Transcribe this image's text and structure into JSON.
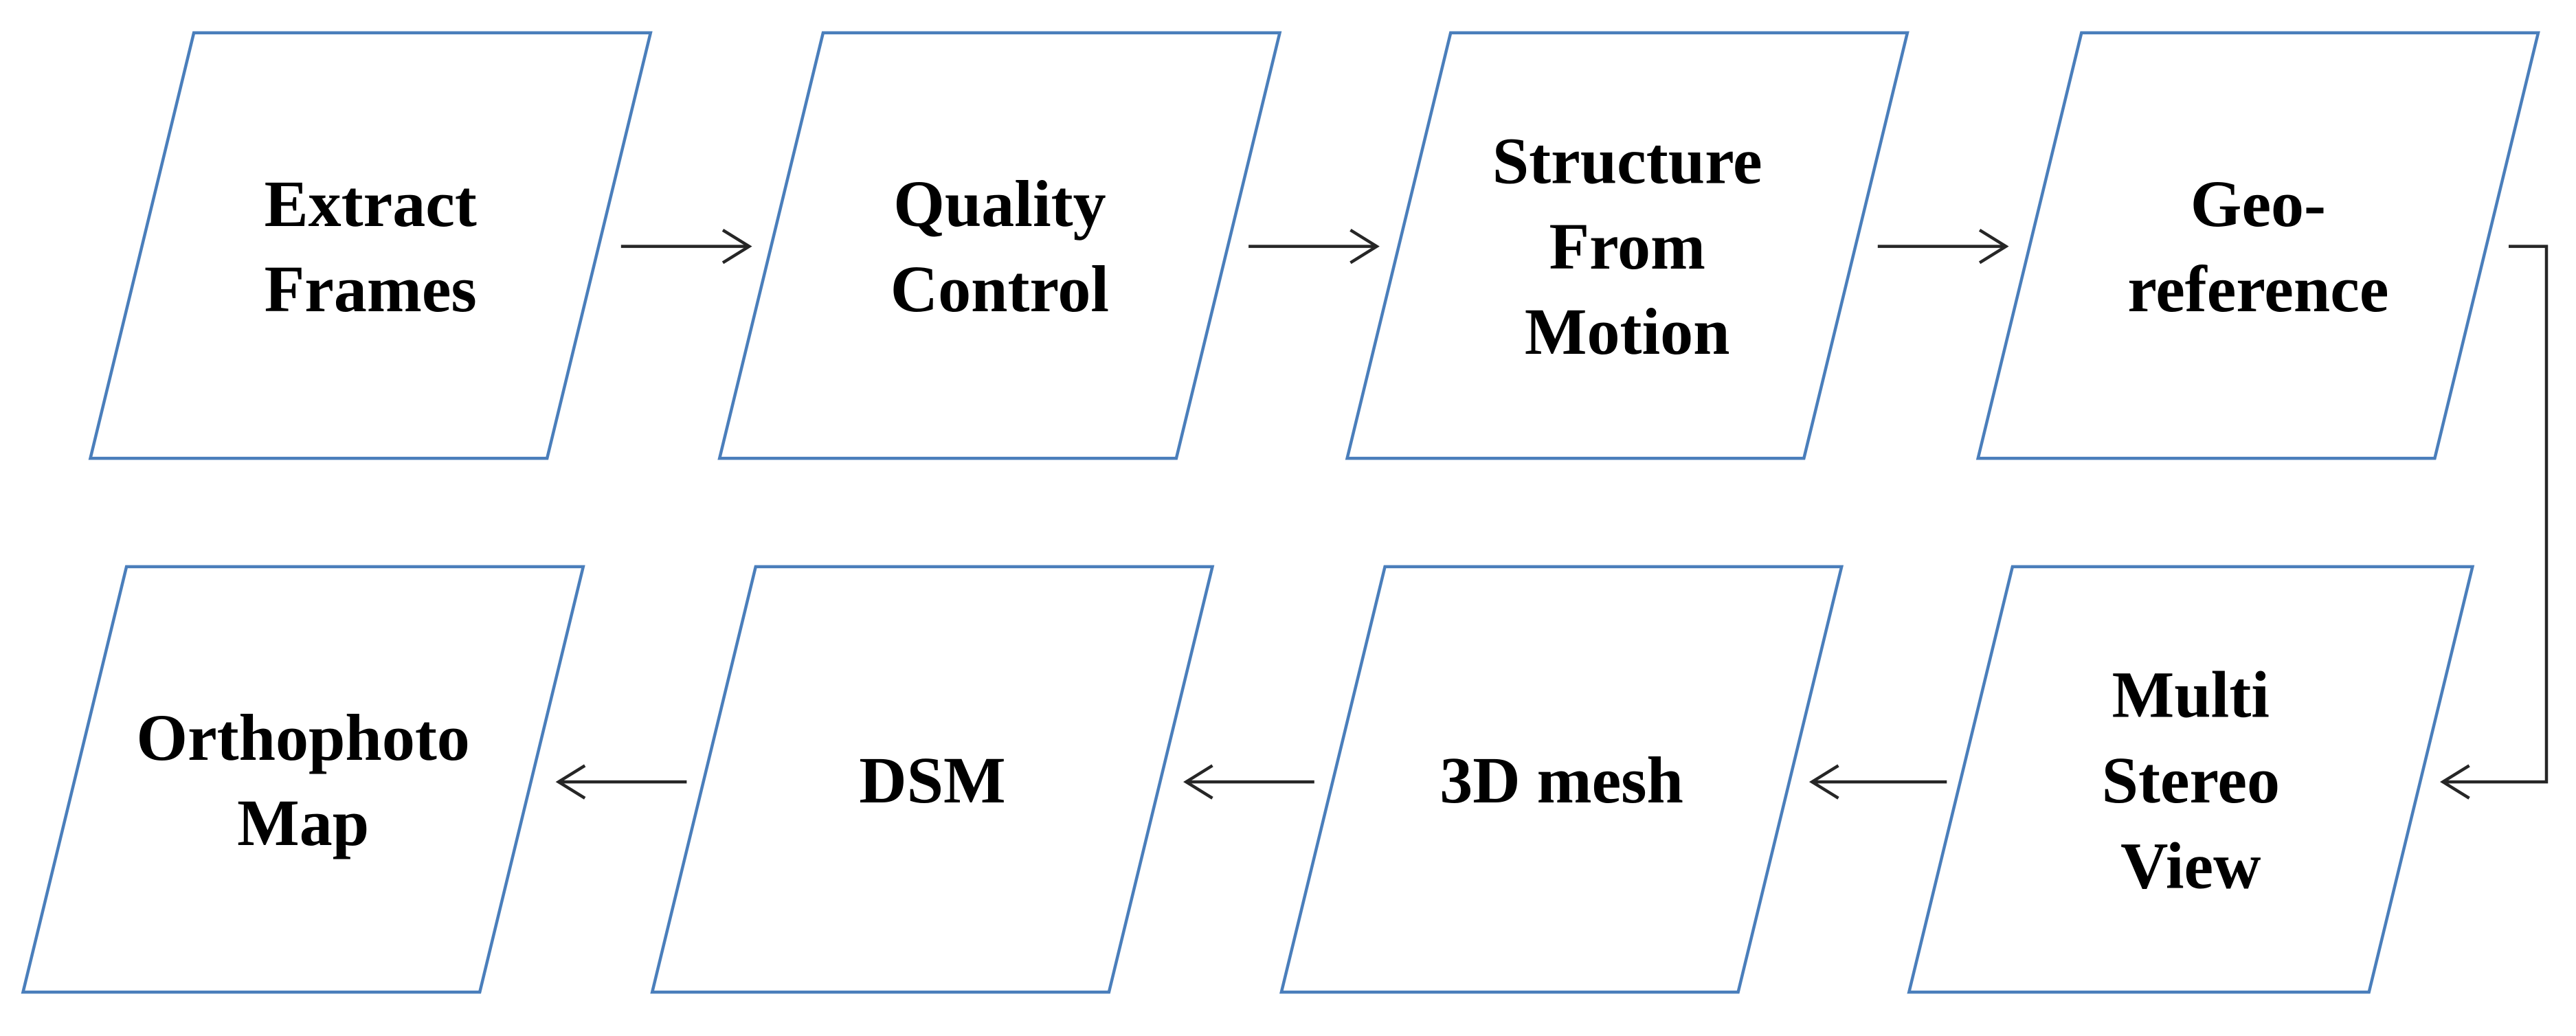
{
  "colors": {
    "shape_border": "#4a7ebb",
    "shape_fill": "#ffffff",
    "connector": "#262626",
    "text": "#000000"
  },
  "steps": [
    {
      "id": "extract-frames",
      "lines": [
        "Extract",
        "Frames"
      ]
    },
    {
      "id": "quality-control",
      "lines": [
        "Quality",
        "Control"
      ]
    },
    {
      "id": "structure-from-motion",
      "lines": [
        "Structure",
        "From",
        "Motion"
      ]
    },
    {
      "id": "geo-reference",
      "lines": [
        "Geo-",
        "reference"
      ]
    },
    {
      "id": "multi-stereo-view",
      "lines": [
        "Multi",
        "Stereo",
        "View"
      ]
    },
    {
      "id": "3d-mesh",
      "lines": [
        "3D mesh"
      ]
    },
    {
      "id": "dsm",
      "lines": [
        "DSM"
      ]
    },
    {
      "id": "orthophoto-map",
      "lines": [
        "Orthophoto",
        "Map"
      ]
    }
  ],
  "connections": [
    {
      "from": "extract-frames",
      "to": "quality-control"
    },
    {
      "from": "quality-control",
      "to": "structure-from-motion"
    },
    {
      "from": "structure-from-motion",
      "to": "geo-reference"
    },
    {
      "from": "geo-reference",
      "to": "multi-stereo-view"
    },
    {
      "from": "multi-stereo-view",
      "to": "3d-mesh"
    },
    {
      "from": "3d-mesh",
      "to": "dsm"
    },
    {
      "from": "dsm",
      "to": "orthophoto-map"
    }
  ]
}
